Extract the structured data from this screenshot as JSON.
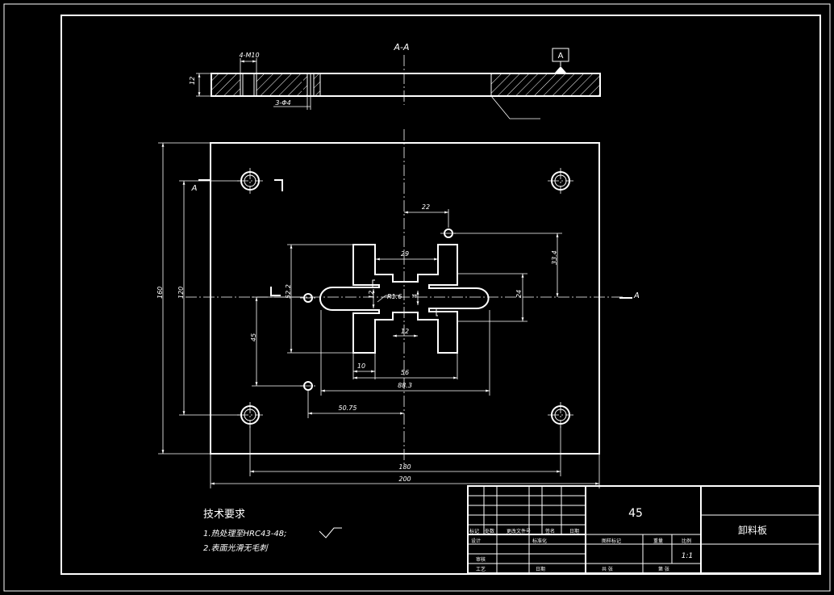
{
  "section_title": "A-A",
  "datum_label": "A",
  "section_marker": "A",
  "dims": {
    "thread_holes": "4-M10",
    "pin_holes": "3-Φ4",
    "thickness": "12",
    "d22": "22",
    "d29": "29",
    "d33_4": "33.4",
    "d52_2": "52.2",
    "d24": "24",
    "d12": "12",
    "d4": "4",
    "r1_6": "R1.6",
    "d12b": "12",
    "d10": "10",
    "d56": "56",
    "d88_3": "88.3",
    "d45": "45",
    "d50_75": "50.75",
    "d160": "160",
    "d120": "120",
    "d180": "180",
    "d200": "200"
  },
  "tech": {
    "title": "技术要求",
    "line1": "1.热处理至HRC43-48;",
    "line2": "2.表面光滑无毛刺"
  },
  "title_block": {
    "material": "45",
    "part_name": "卸料板",
    "scale": "1:1",
    "labels": [
      "标记",
      "处数",
      "更改文件号",
      "签名",
      "日期",
      "设计",
      "标准化",
      "图样标记",
      "重量",
      "比例",
      "审核",
      "工艺",
      "日期",
      "共 张",
      "第 张"
    ]
  }
}
